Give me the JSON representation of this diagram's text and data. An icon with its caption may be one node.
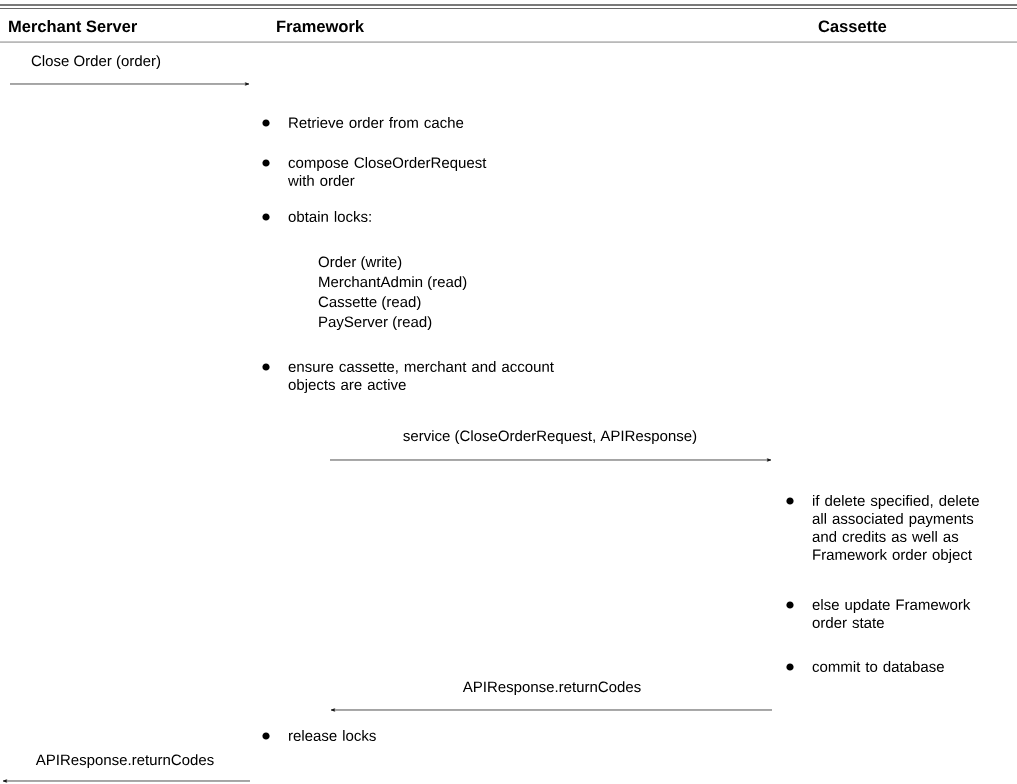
{
  "diagram": {
    "nodes": [
      {
        "text": [
          "Merchant Server"
        ]
      },
      {
        "text": [
          "Framework"
        ]
      },
      {
        "text": [
          "Cassette"
        ]
      }
    ],
    "labels": [
      "Close Order (order)",
      "Retrieve order from cache",
      "compose CloseOrderRequest with order",
      "obtain locks:",
      "Order (write)",
      "MerchantAdmin (read)",
      "Cassette (read)",
      "PayServer (read)",
      "ensure cassette, merchant and account objects are active",
      "service (CloseOrderRequest, APIResponse)",
      "if delete specified, delete all associated payments and credits as well as Framework order object",
      "else update Framework order state",
      "commit to database",
      "APIResponse.returnCodes",
      "release locks",
      "APIResponse.returnCodes"
    ]
  }
}
